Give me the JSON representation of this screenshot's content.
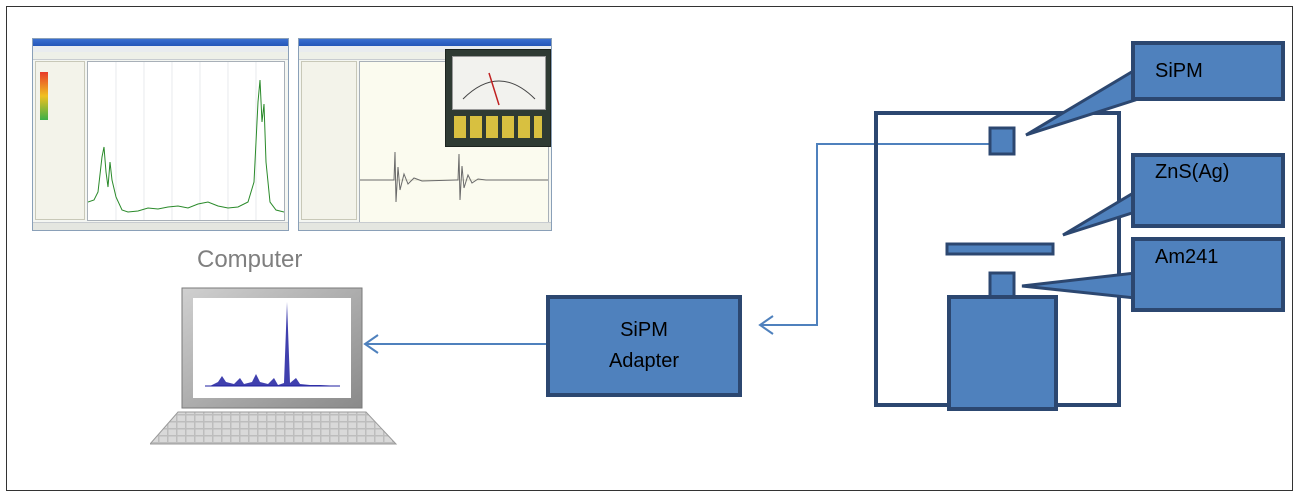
{
  "diagram": {
    "computer_label": "Computer",
    "adapter_label": "SiPM\nAdapter",
    "callouts": {
      "sipm": "SiPM",
      "zns": "ZnS(Ag)",
      "am241": "Am241"
    }
  },
  "colors": {
    "box_fill": "#4f81bd",
    "box_border": "#2c4770",
    "connector": "#4f81bd",
    "detector_outline": "#2c4770",
    "spectrum": "#1f1fa0"
  }
}
